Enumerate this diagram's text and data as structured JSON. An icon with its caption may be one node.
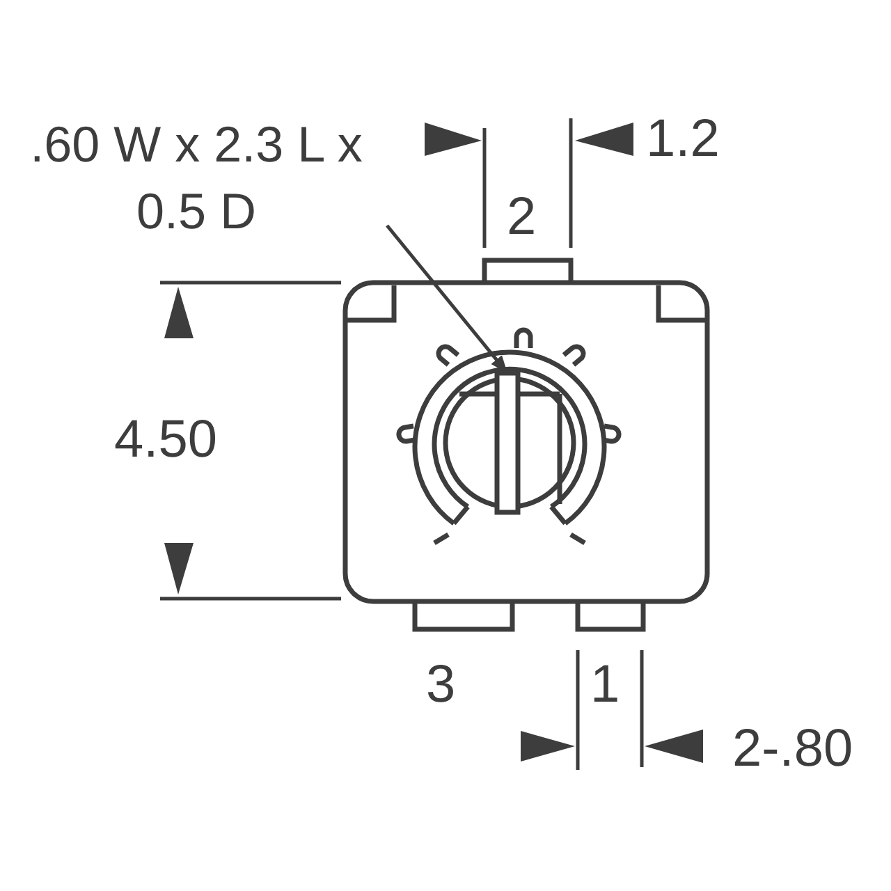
{
  "diagram": {
    "nodes": [
      {
        "text": [
          ".60 W x 2.3 L x 0.5 D"
        ]
      },
      {
        "text": [],
        "shape": "box"
      }
    ],
    "edges": [
      {
        "from": 0,
        "to": 1,
        "arrow": "to"
      }
    ],
    "labels": [
      "1.2",
      "2",
      "4.50",
      "3",
      "1",
      "2-.80"
    ]
  }
}
